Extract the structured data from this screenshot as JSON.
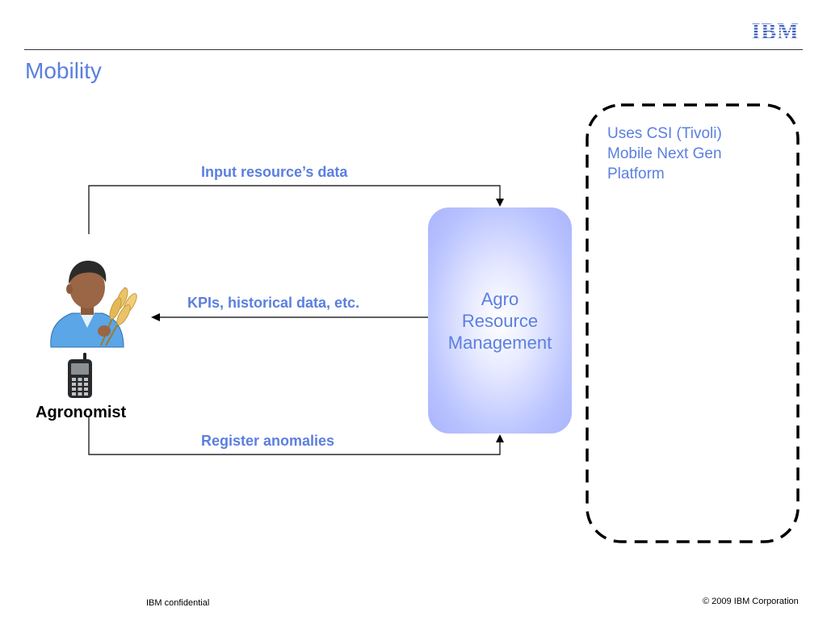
{
  "slide": {
    "title": "Mobility",
    "logo_text": "IBM"
  },
  "actor": {
    "label": "Agronomist",
    "icon": "farmer-with-wheat-icon",
    "device_icon": "mobile-phone-icon"
  },
  "system": {
    "lines": [
      "Agro",
      "Resource",
      "Management"
    ]
  },
  "platform": {
    "lines": [
      "Uses CSI (Tivoli)",
      "Mobile Next Gen",
      "Platform"
    ]
  },
  "flows": {
    "input": "Input resource’s data",
    "output": "KPIs, historical data, etc.",
    "register": "Register anomalies"
  },
  "footer": {
    "left": "IBM confidential",
    "right": "© 2009 IBM Corporation"
  },
  "colors": {
    "accent": "#5b7fe0",
    "system_fill": "#a9b4fc"
  }
}
